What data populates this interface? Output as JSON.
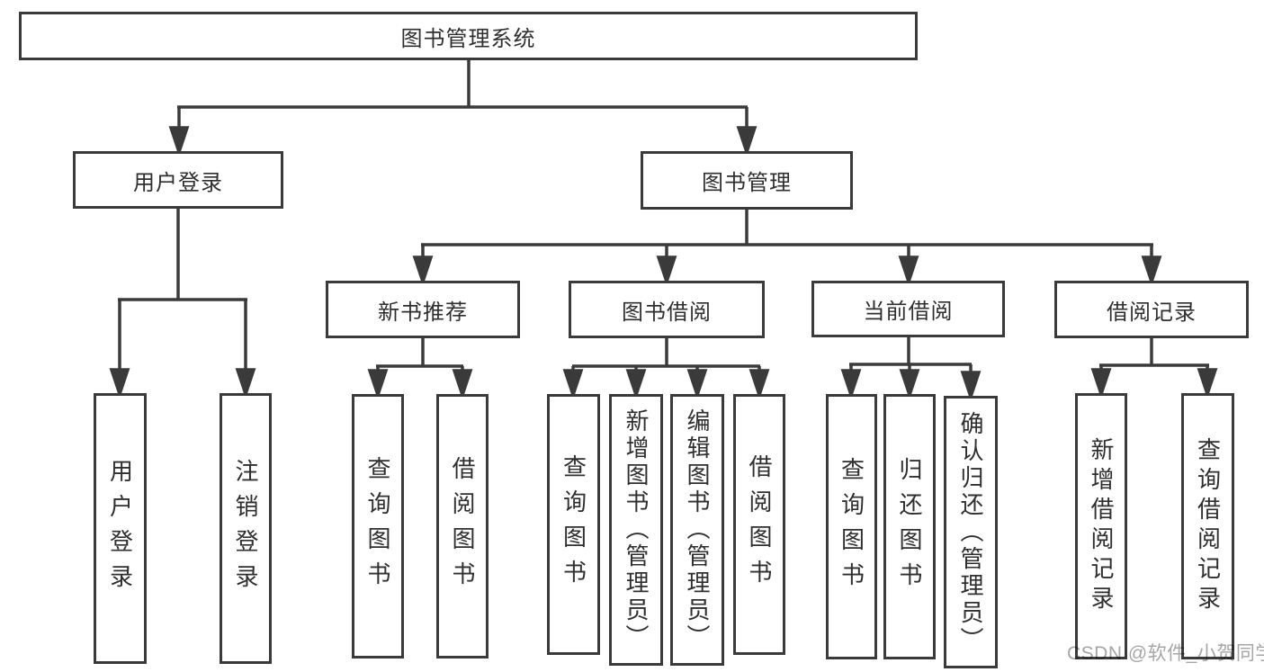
{
  "diagram": {
    "title": "图书管理系统",
    "children": [
      {
        "label": "用户登录",
        "children": [
          {
            "label": "用户登录"
          },
          {
            "label": "注销登录"
          }
        ]
      },
      {
        "label": "图书管理",
        "children": [
          {
            "label": "新书推荐",
            "children": [
              {
                "label": "查询图书"
              },
              {
                "label": "借阅图书"
              }
            ]
          },
          {
            "label": "图书借阅",
            "children": [
              {
                "label": "查询图书"
              },
              {
                "label": "新增图书（管理员）"
              },
              {
                "label": "编辑图书（管理员）"
              },
              {
                "label": "借阅图书"
              }
            ]
          },
          {
            "label": "当前借阅",
            "children": [
              {
                "label": "查询图书"
              },
              {
                "label": "归还图书"
              },
              {
                "label": "确认归还（管理员）"
              }
            ]
          },
          {
            "label": "借阅记录",
            "children": [
              {
                "label": "新增借阅记录"
              },
              {
                "label": "查询借阅记录"
              }
            ]
          }
        ]
      }
    ]
  },
  "watermark": {
    "text": "CSDN @软件_小贺同学"
  },
  "colors": {
    "line": "#3a3a3a",
    "text": "#2f2f2f",
    "box_background": "#ffffff",
    "watermark": "#a6a6a6",
    "background": "#ffffff"
  }
}
